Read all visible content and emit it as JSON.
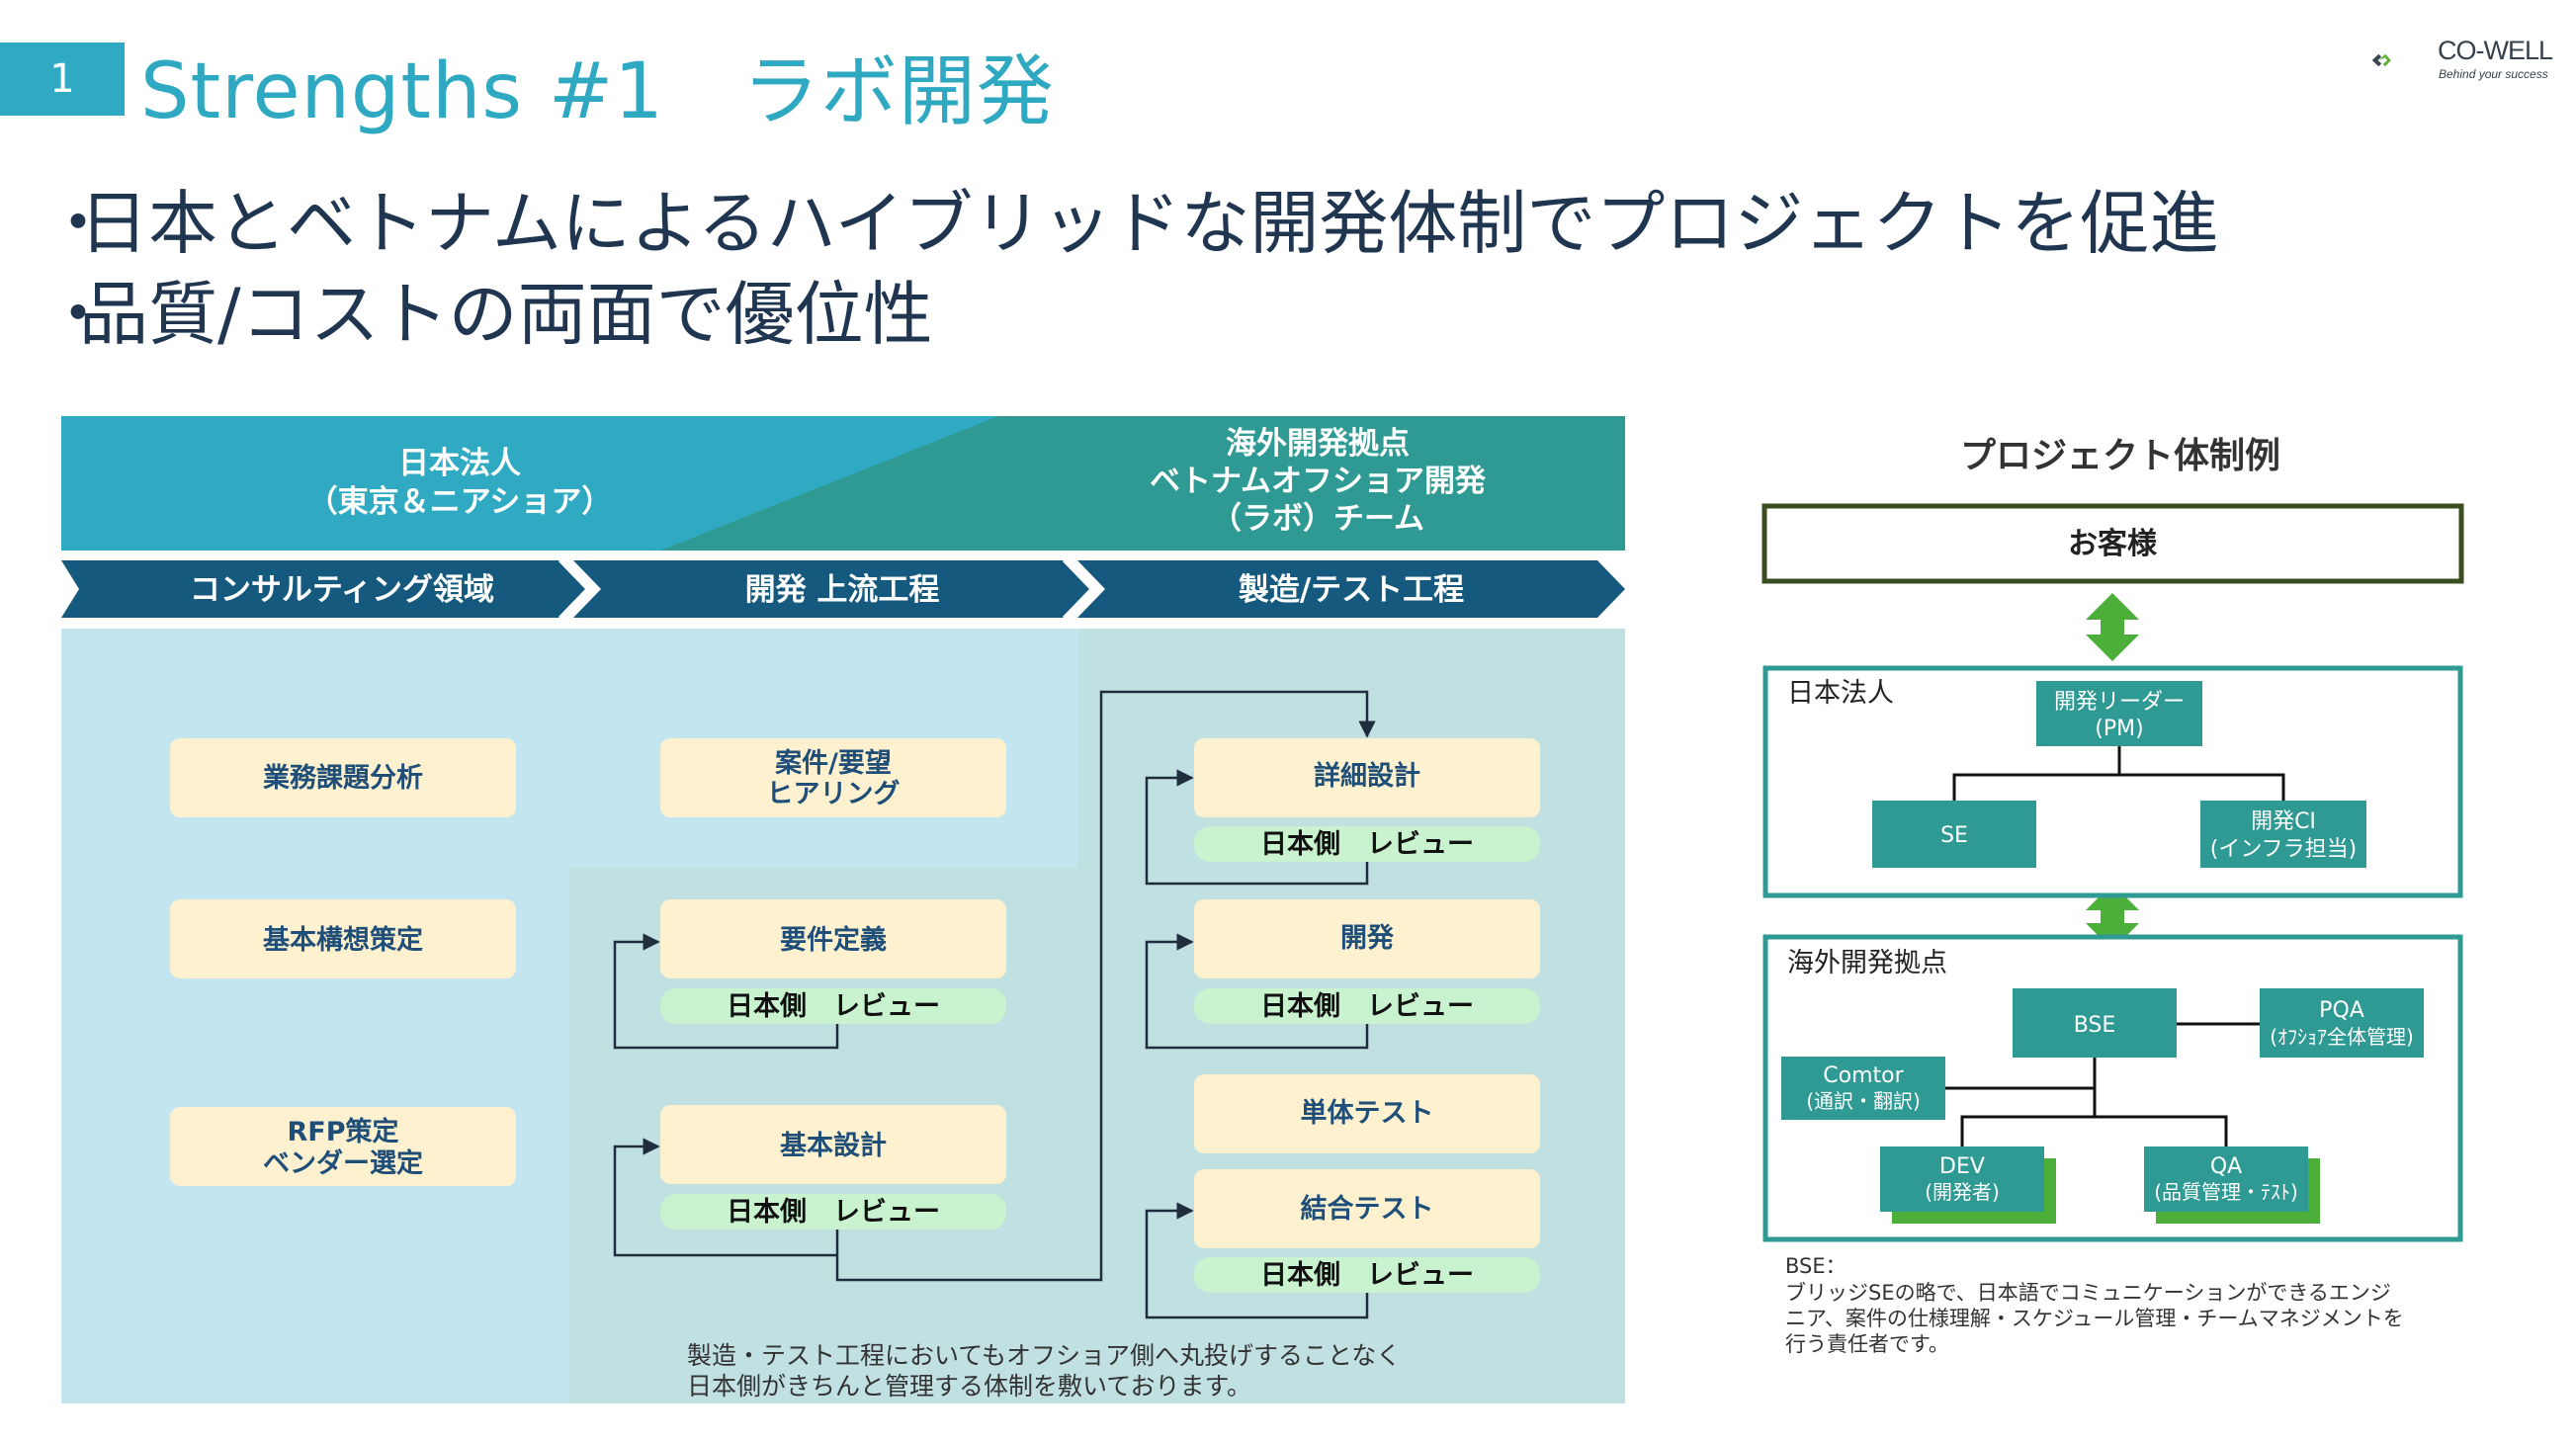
{
  "page": {
    "number": "1",
    "title": "Strengths #1　ラボ開発",
    "bullets": [
      "日本とベトナムによるハイブリッドな開発体制でプロジェクトを促進",
      "品質/コストの両面で優位性"
    ]
  },
  "logo": {
    "name": "CO-WELL",
    "tagline": "Behind your success"
  },
  "colors": {
    "teal": "#30aac3",
    "dark_teal": "#2e9a93",
    "navy_arrow": "#155a7e",
    "card_cream": "#fdf1cf",
    "card_green": "#c9f2cf",
    "frame_teal": "#2e9a93",
    "frame_customer": "#3a4d1e",
    "arrow_green": "#4caf3a"
  },
  "flow": {
    "header_japan_line1": "日本法人",
    "header_japan_line2": "（東京＆ニアショア）",
    "header_offshore_line1": "海外開発拠点",
    "header_offshore_line2": "ベトナムオフショア開発",
    "header_offshore_line3": "（ラボ）チーム",
    "phases": [
      "コンサルティング領域",
      "開発 上流工程",
      "製造/テスト工程"
    ],
    "col1": [
      "業務課題分析",
      "基本構想策定",
      "RFP策定",
      "ベンダー選定"
    ],
    "col2_card1": [
      "案件/要望",
      "ヒアリング"
    ],
    "col2_card2": "要件定義",
    "col2_card3": "基本設計",
    "col3": [
      "詳細設計",
      "開発",
      "単体テスト",
      "結合テスト"
    ],
    "review_label": "日本側　レビュー",
    "note_line1": "製造・テスト工程においてもオフショア側へ丸投げすることなく",
    "note_line2": "日本側がきちんと管理する体制を敷いております。"
  },
  "org": {
    "title": "プロジェクト体制例",
    "customer": "お客様",
    "japan_label": "日本法人",
    "lead_line1": "開発リーダー",
    "lead_line2": "(PM)",
    "se": "SE",
    "ci_line1": "開発CI",
    "ci_line2": "(インフラ担当)",
    "offshore_label": "海外開発拠点",
    "bse": "BSE",
    "pqa_line1": "PQA",
    "pqa_line2": "(ｵﾌｼｮｱ全体管理)",
    "comtor_line1": "Comtor",
    "comtor_line2": "(通訳・翻訳)",
    "dev_line1": "DEV",
    "dev_line2": "(開発者)",
    "qa_line1": "QA",
    "qa_line2": "(品質管理・ﾃｽﾄ)",
    "note_title": "BSE：",
    "note_lines": [
      "ブリッジSEの略で、日本語でコミュニケーションができるエンジ",
      "ニア、案件の仕様理解・スケジュール管理・チームマネジメントを",
      "行う責任者です。"
    ]
  }
}
